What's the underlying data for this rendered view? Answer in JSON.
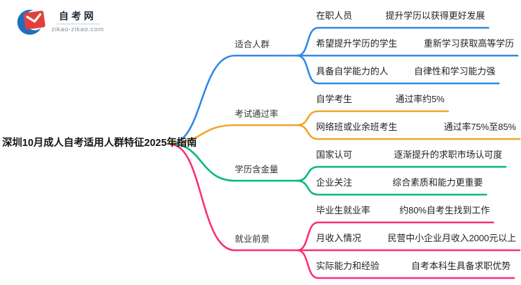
{
  "logo": {
    "site_name": "自考网",
    "site_domain": "zikao-zikao.com",
    "mark_blue": "#1d6fbf",
    "mark_red": "#e2403c"
  },
  "root": {
    "title": "深圳10月成人自考适用人群特征2025年指南"
  },
  "colors": {
    "branch_blue": "#3287e6",
    "branch_orange": "#f0a42f",
    "branch_green": "#00ba78",
    "branch_pink": "#fa2f78",
    "text": "#222222",
    "background": "#ffffff"
  },
  "branches": [
    {
      "label": "适合人群",
      "color": "#3287e6",
      "leaves": [
        {
          "label": "在职人员",
          "note": "提升学历以获得更好发展"
        },
        {
          "label": "希望提升学历的学生",
          "note": "重新学习获取高等学历"
        },
        {
          "label": "具备自学能力的人",
          "note": "自律性和学习能力强"
        }
      ]
    },
    {
      "label": "考试通过率",
      "color": "#f0a42f",
      "leaves": [
        {
          "label": "自学考生",
          "note": "通过率约5%"
        },
        {
          "label": "网络班或业余班考生",
          "note": "通过率75%至85%"
        }
      ]
    },
    {
      "label": "学历含金量",
      "color": "#00ba78",
      "leaves": [
        {
          "label": "国家认可",
          "note": "逐渐提升的求职市场认可度"
        },
        {
          "label": "企业关注",
          "note": "综合素质和能力更重要"
        }
      ]
    },
    {
      "label": "就业前景",
      "color": "#fa2f78",
      "leaves": [
        {
          "label": "毕业生就业率",
          "note": "约80%自考生找到工作"
        },
        {
          "label": "月收入情况",
          "note": "民营中小企业月收入2000元以上"
        },
        {
          "label": "实际能力和经验",
          "note": "自考本科生具备求职优势"
        }
      ]
    }
  ]
}
